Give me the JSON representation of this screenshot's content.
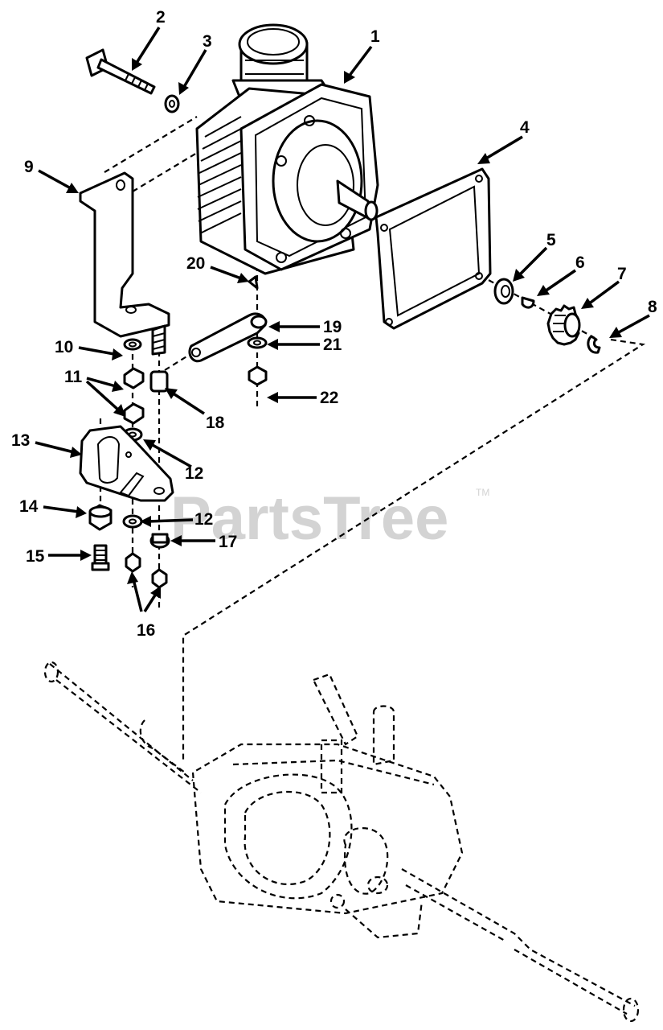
{
  "watermark": {
    "brand": "PartsTree",
    "mark": "TM"
  },
  "callouts": [
    {
      "id": "1",
      "text": "1"
    },
    {
      "id": "2",
      "text": "2"
    },
    {
      "id": "3",
      "text": "3"
    },
    {
      "id": "4",
      "text": "4"
    },
    {
      "id": "5",
      "text": "5"
    },
    {
      "id": "6",
      "text": "6"
    },
    {
      "id": "7",
      "text": "7"
    },
    {
      "id": "8",
      "text": "8"
    },
    {
      "id": "9",
      "text": "9"
    },
    {
      "id": "10",
      "text": "10"
    },
    {
      "id": "11",
      "text": "11"
    },
    {
      "id": "12a",
      "text": "12"
    },
    {
      "id": "12b",
      "text": "12"
    },
    {
      "id": "13",
      "text": "13"
    },
    {
      "id": "14",
      "text": "14"
    },
    {
      "id": "15",
      "text": "15"
    },
    {
      "id": "16",
      "text": "16"
    },
    {
      "id": "17",
      "text": "17"
    },
    {
      "id": "18",
      "text": "18"
    },
    {
      "id": "19",
      "text": "19"
    },
    {
      "id": "20",
      "text": "20"
    },
    {
      "id": "21",
      "text": "21"
    },
    {
      "id": "22",
      "text": "22"
    }
  ]
}
